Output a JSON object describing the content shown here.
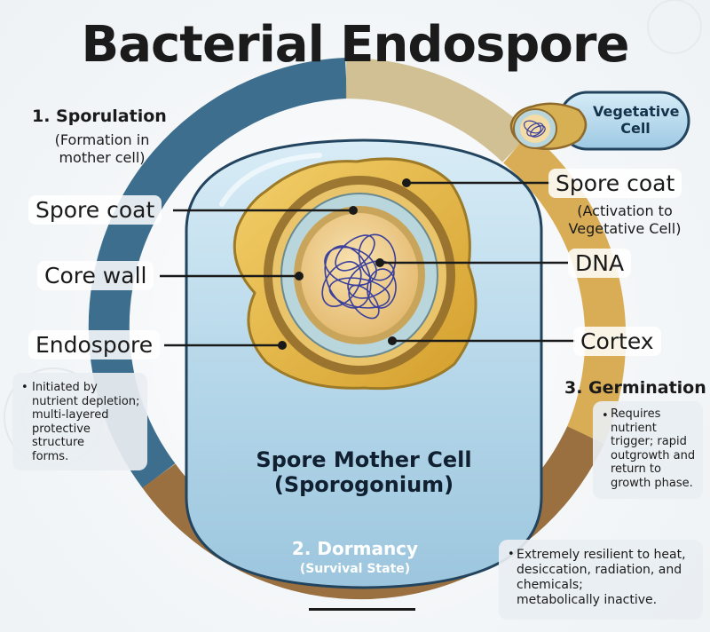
{
  "title": "Bacterial Endospore",
  "labels": {
    "spore_coat_left": "Spore coat",
    "core_wall": "Core wall",
    "endospore": "Endospore",
    "spore_coat_right": "Spore coat",
    "spore_coat_right_sub_line1": "(Activation to",
    "spore_coat_right_sub_line2": "Vegetative Cell)",
    "dna": "DNA",
    "cortex": "Cortex"
  },
  "stages": {
    "sporulation": {
      "title": "1. Sporulation",
      "sub_line1": "(Formation in",
      "sub_line2": "mother cell)",
      "note_lines": [
        "Initiated by",
        "nutrient depletion;",
        "multi-layered",
        "protective",
        "structure",
        "forms."
      ]
    },
    "dormancy": {
      "title": "2. Dormancy",
      "sub": "(Survival State)",
      "note_lines": [
        "Extremely resilient to heat,",
        "desiccation, radiation, and",
        "chemicals;",
        "metabolically inactive."
      ]
    },
    "germination": {
      "title": "3. Germination",
      "note_lines": [
        "Requires",
        "nutrient",
        "trigger; rapid",
        "outgrowth and",
        "return to",
        "growth phase."
      ]
    }
  },
  "mother_cell": {
    "line1": "Spore Mother Cell",
    "line2": "(Sporogonium)"
  },
  "vegetative_cell": {
    "line1": "Vegetative",
    "line2": "Cell"
  },
  "bullet": "•",
  "colors": {
    "arc_blue": "#3e6e8e",
    "arc_brown": "#9a7040",
    "arc_gold": "#d9ad55",
    "mother_cell": "#b7d8ea",
    "spore_coat": "#e5b43c",
    "dna": "#3a3f9e"
  }
}
